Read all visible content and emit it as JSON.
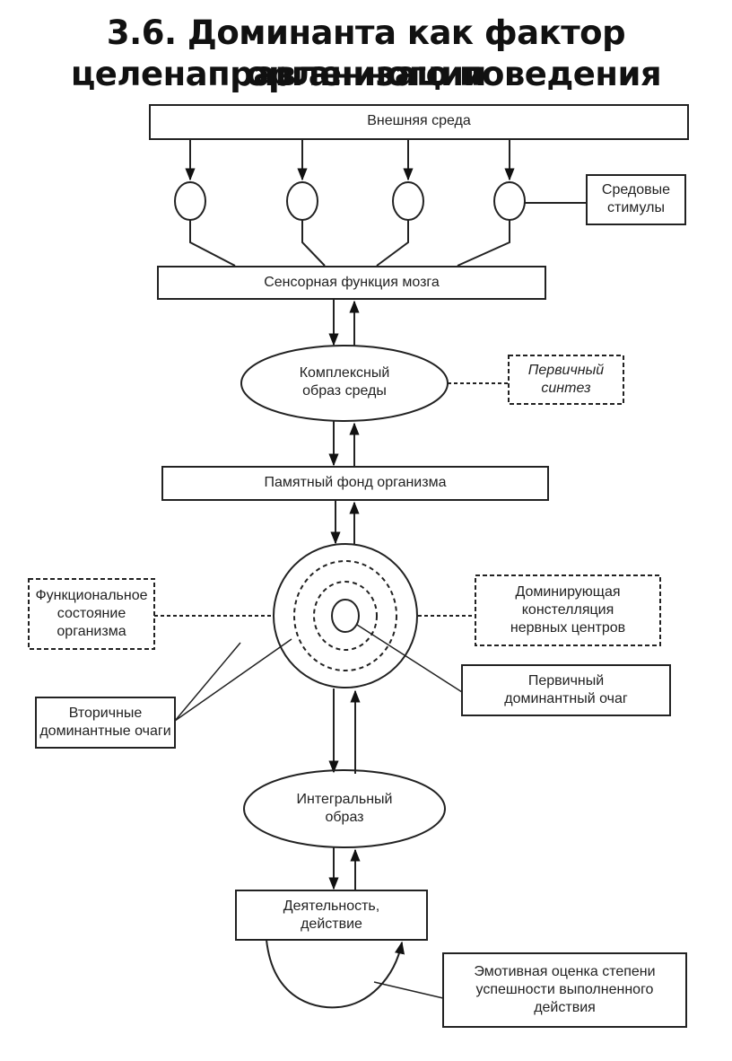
{
  "title": {
    "line1": "3.6. Доминанта как фактор организации",
    "line2": "целенаправленного поведения"
  },
  "nodes": {
    "external_env": "Внешняя среда",
    "env_stimuli_1": "Средовые",
    "env_stimuli_2": "стимулы",
    "sensory": "Сенсорная функция мозга",
    "complex_image_1": "Комплексный",
    "complex_image_2": "образ среды",
    "primary_synthesis_1": "Первичный",
    "primary_synthesis_2": "синтез",
    "memory": "Памятный фонд организма",
    "functional_state_1": "Функциональное",
    "functional_state_2": "состояние",
    "functional_state_3": "организма",
    "dominant_constellation_1": "Доминирующая",
    "dominant_constellation_2": "констелляция",
    "dominant_constellation_3": "нервных центров",
    "primary_focus_1": "Первичный",
    "primary_focus_2": "доминантный очаг",
    "secondary_foci_1": "Вторичные",
    "secondary_foci_2": "доминантные очаги",
    "integral_image_1": "Интегральный",
    "integral_image_2": "образ",
    "activity_1": "Деятельность,",
    "activity_2": "действие",
    "emotive_1": "Эмотивная оценка степени",
    "emotive_2": "успешности выполненного",
    "emotive_3": "действия"
  }
}
